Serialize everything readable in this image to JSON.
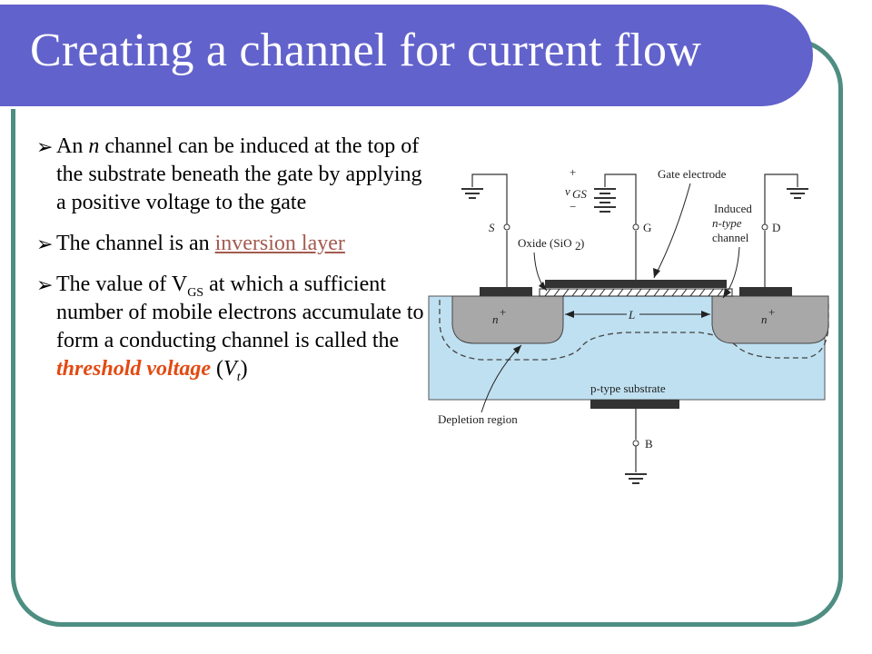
{
  "slide": {
    "title": "Creating a channel for current flow",
    "bullets": [
      {
        "text": "An n channel can be induced at the top of the substrate beneath the gate by applying a positive voltage to the gate",
        "part_a": "An ",
        "part_n": "n",
        "part_b": " channel can be induced at the top of the substrate beneath the gate by applying a positive voltage to the gate"
      },
      {
        "text": "The channel is an inversion layer",
        "prefix": "The channel is an ",
        "link": "inversion layer"
      },
      {
        "text": "The value of VGS at which a sufficient number of mobile electrons accumulate to form a conducting channel is called the threshold voltage (Vt)",
        "part_a": "The value of V",
        "sub_gs": "GS",
        "part_b": " at which a sufficient number of mobile electrons accumulate to form a conducting channel is called the ",
        "emphasis": "threshold voltage",
        "paren_open": " (",
        "vt": "V",
        "vt_sub": "t",
        "paren_close": ")"
      }
    ],
    "colors": {
      "title_bar": "#6262cc",
      "frame": "#4e8e82",
      "substrate": "#bfe0f1",
      "emphasis": "#e34a12",
      "link": "#a35b50"
    }
  },
  "diagram": {
    "labels": {
      "s": "S",
      "g": "G",
      "d": "D",
      "b": "B",
      "plus": "+",
      "minus": "−",
      "vgs": "v",
      "vgs_sub": "GS",
      "gate_electrode": "Gate electrode",
      "oxide": "Oxide (SiO",
      "oxide_sub": "2",
      "oxide_close": ")",
      "induced_1": "Induced",
      "induced_2": "n-type",
      "induced_3": "channel",
      "n_plus": "n",
      "sup_plus": "+",
      "length": "L",
      "substrate": "p-type substrate",
      "depletion": "Depletion region"
    }
  }
}
